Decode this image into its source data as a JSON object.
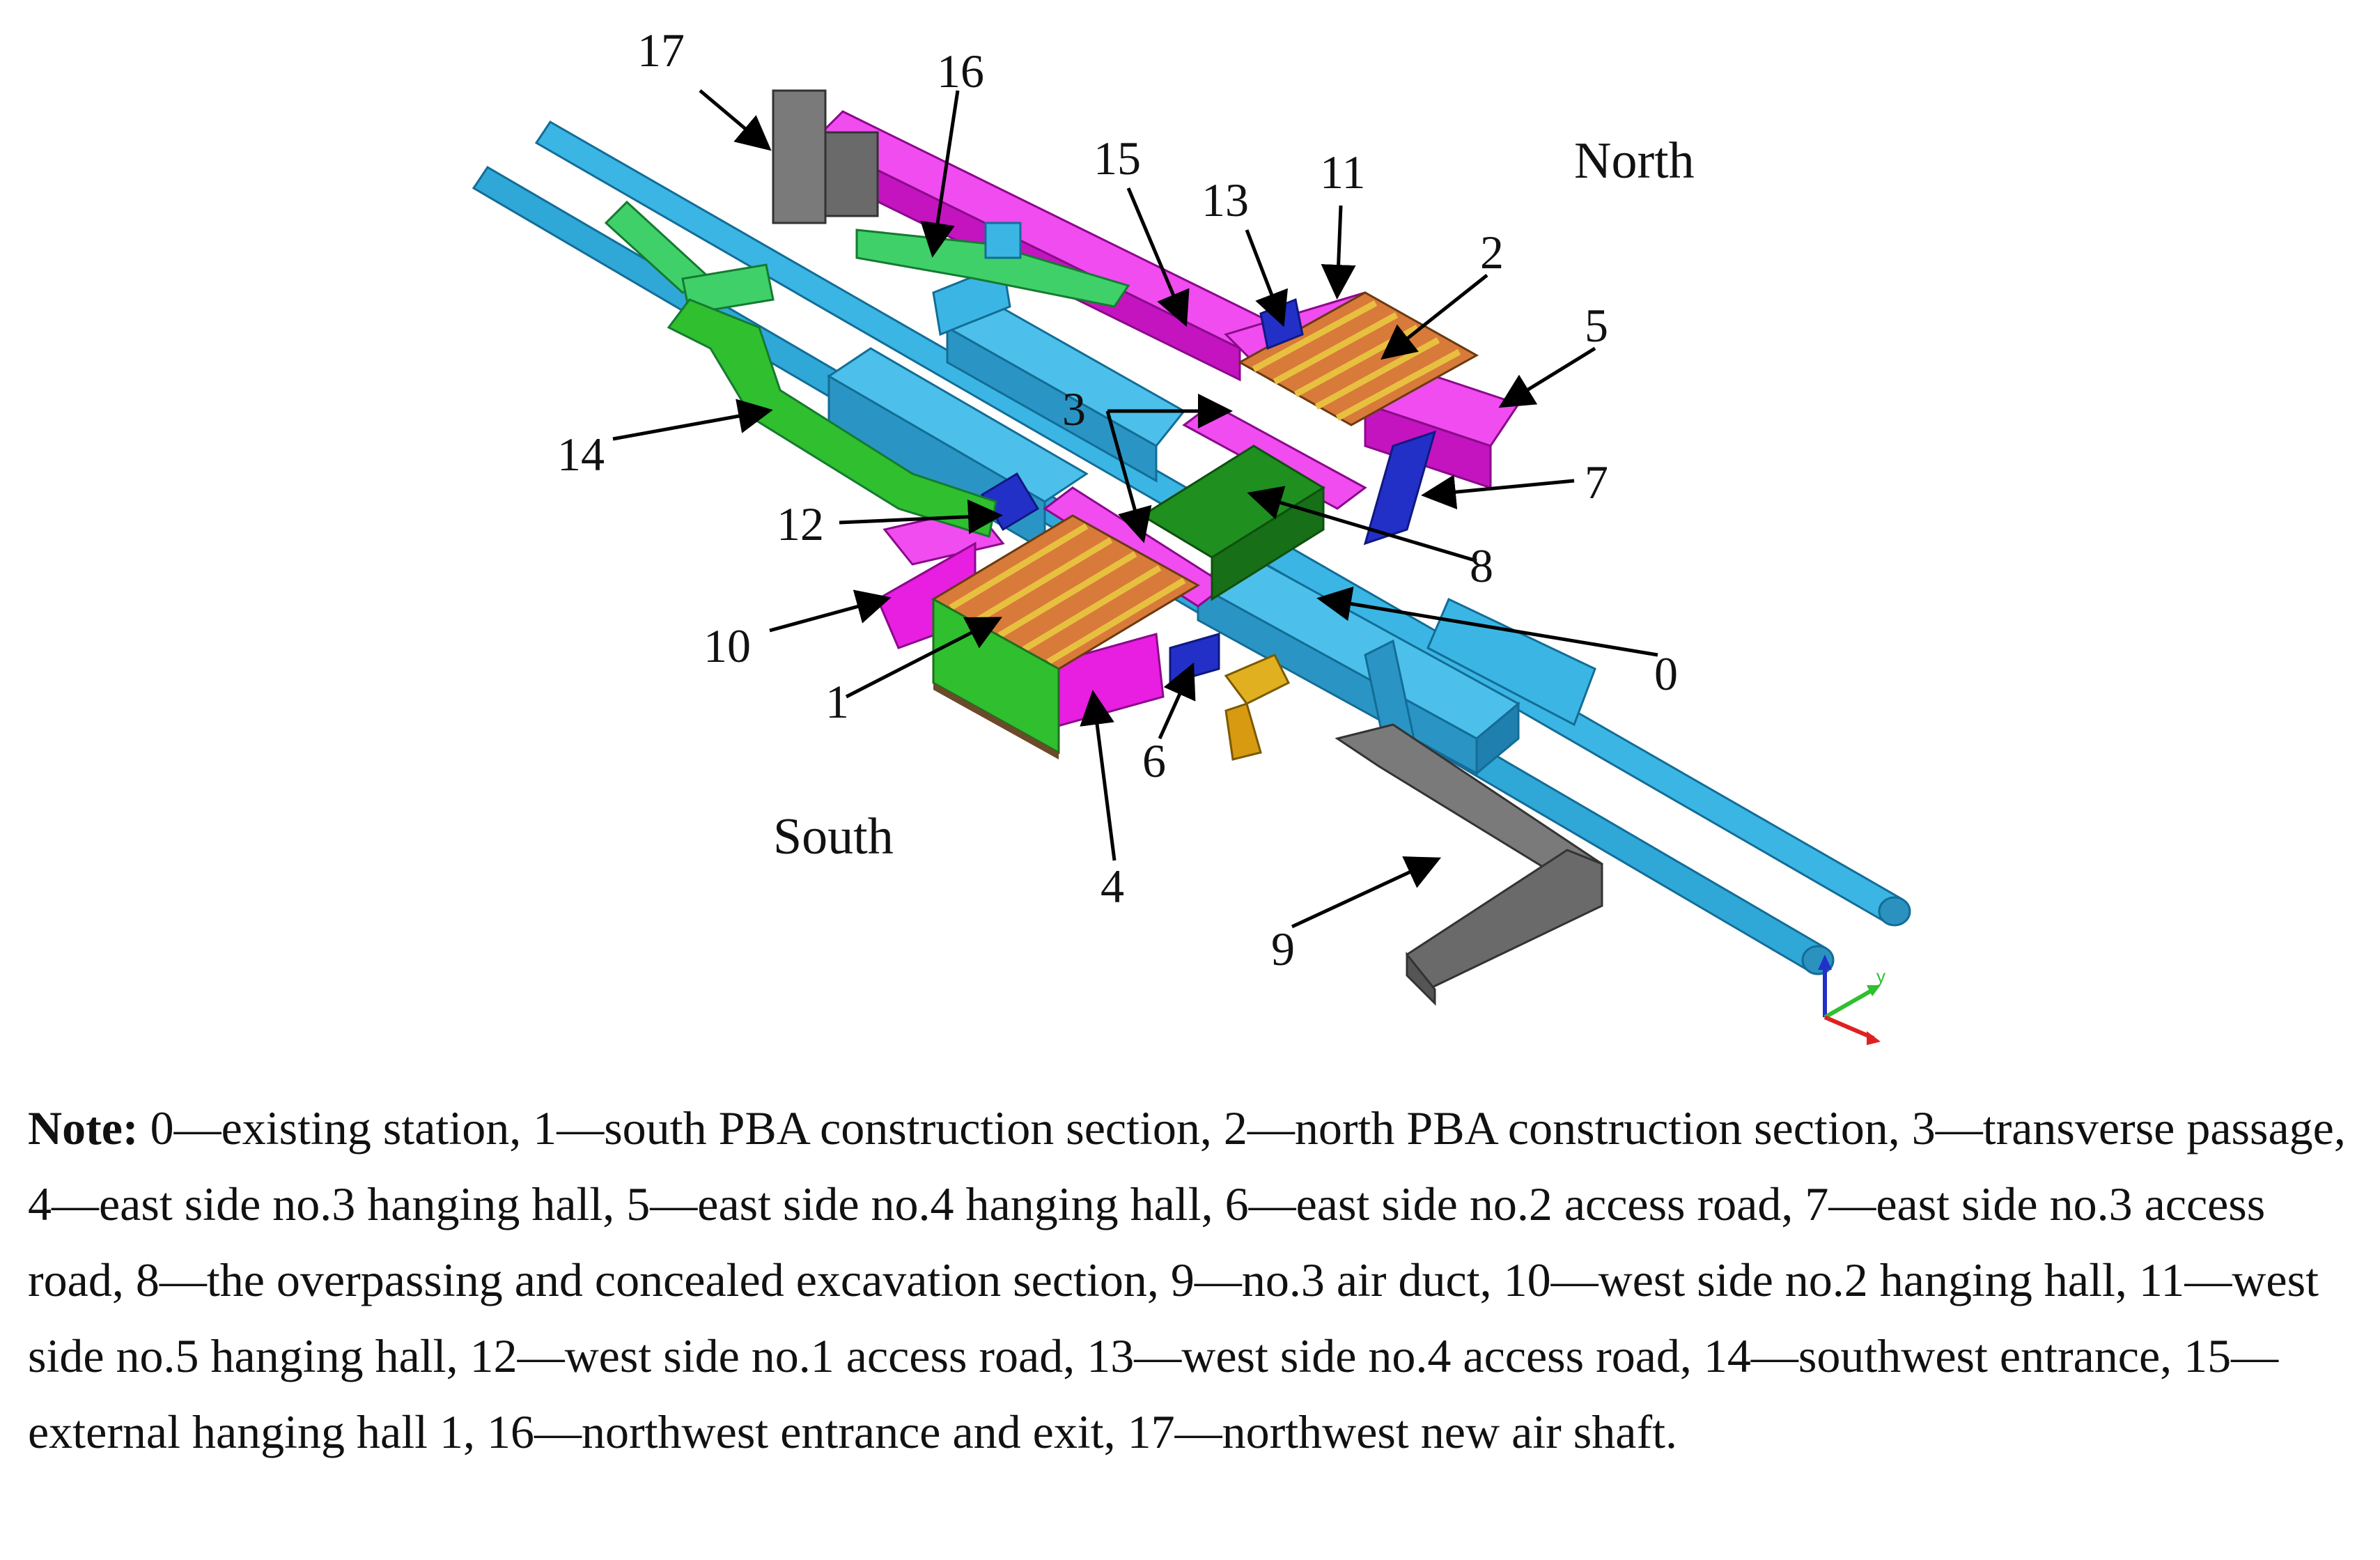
{
  "directions": {
    "north": "North",
    "south": "South"
  },
  "labels": {
    "l0": "0",
    "l1": "1",
    "l2": "2",
    "l3": "3",
    "l4": "4",
    "l5": "5",
    "l6": "6",
    "l7": "7",
    "l8": "8",
    "l9": "9",
    "l10": "10",
    "l11": "11",
    "l12": "12",
    "l13": "13",
    "l14": "14",
    "l15": "15",
    "l16": "16",
    "l17": "17"
  },
  "axis_letters": {
    "y": "y"
  },
  "note": {
    "heading": "Note:",
    "text": " 0—existing station, 1—south PBA construction section, 2—north PBA construction section, 3—transverse passage, 4—east side no.3 hanging hall, 5—east side no.4 hanging hall, 6—east side no.2 access road, 7—east side no.3 access road, 8—the overpassing and concealed excavation section, 9—no.3 air duct, 10—west side no.2 hanging hall, 11—west side no.5 hanging hall, 12—west side no.1 access road, 13—west side no.4 access road, 14—southwest entrance, 15—external hanging hall 1, 16—northwest entrance and exit, 17—northwest new air shaft."
  },
  "colors": {
    "cyan": "#2fa8d8",
    "magenta": "#e81ee0",
    "green": "#2fbf2f",
    "dark_green": "#1f8f1f",
    "blue": "#2230c8",
    "orange": "#d87a3a",
    "yellow": "#e0b020",
    "gray": "#7a7a7a"
  }
}
